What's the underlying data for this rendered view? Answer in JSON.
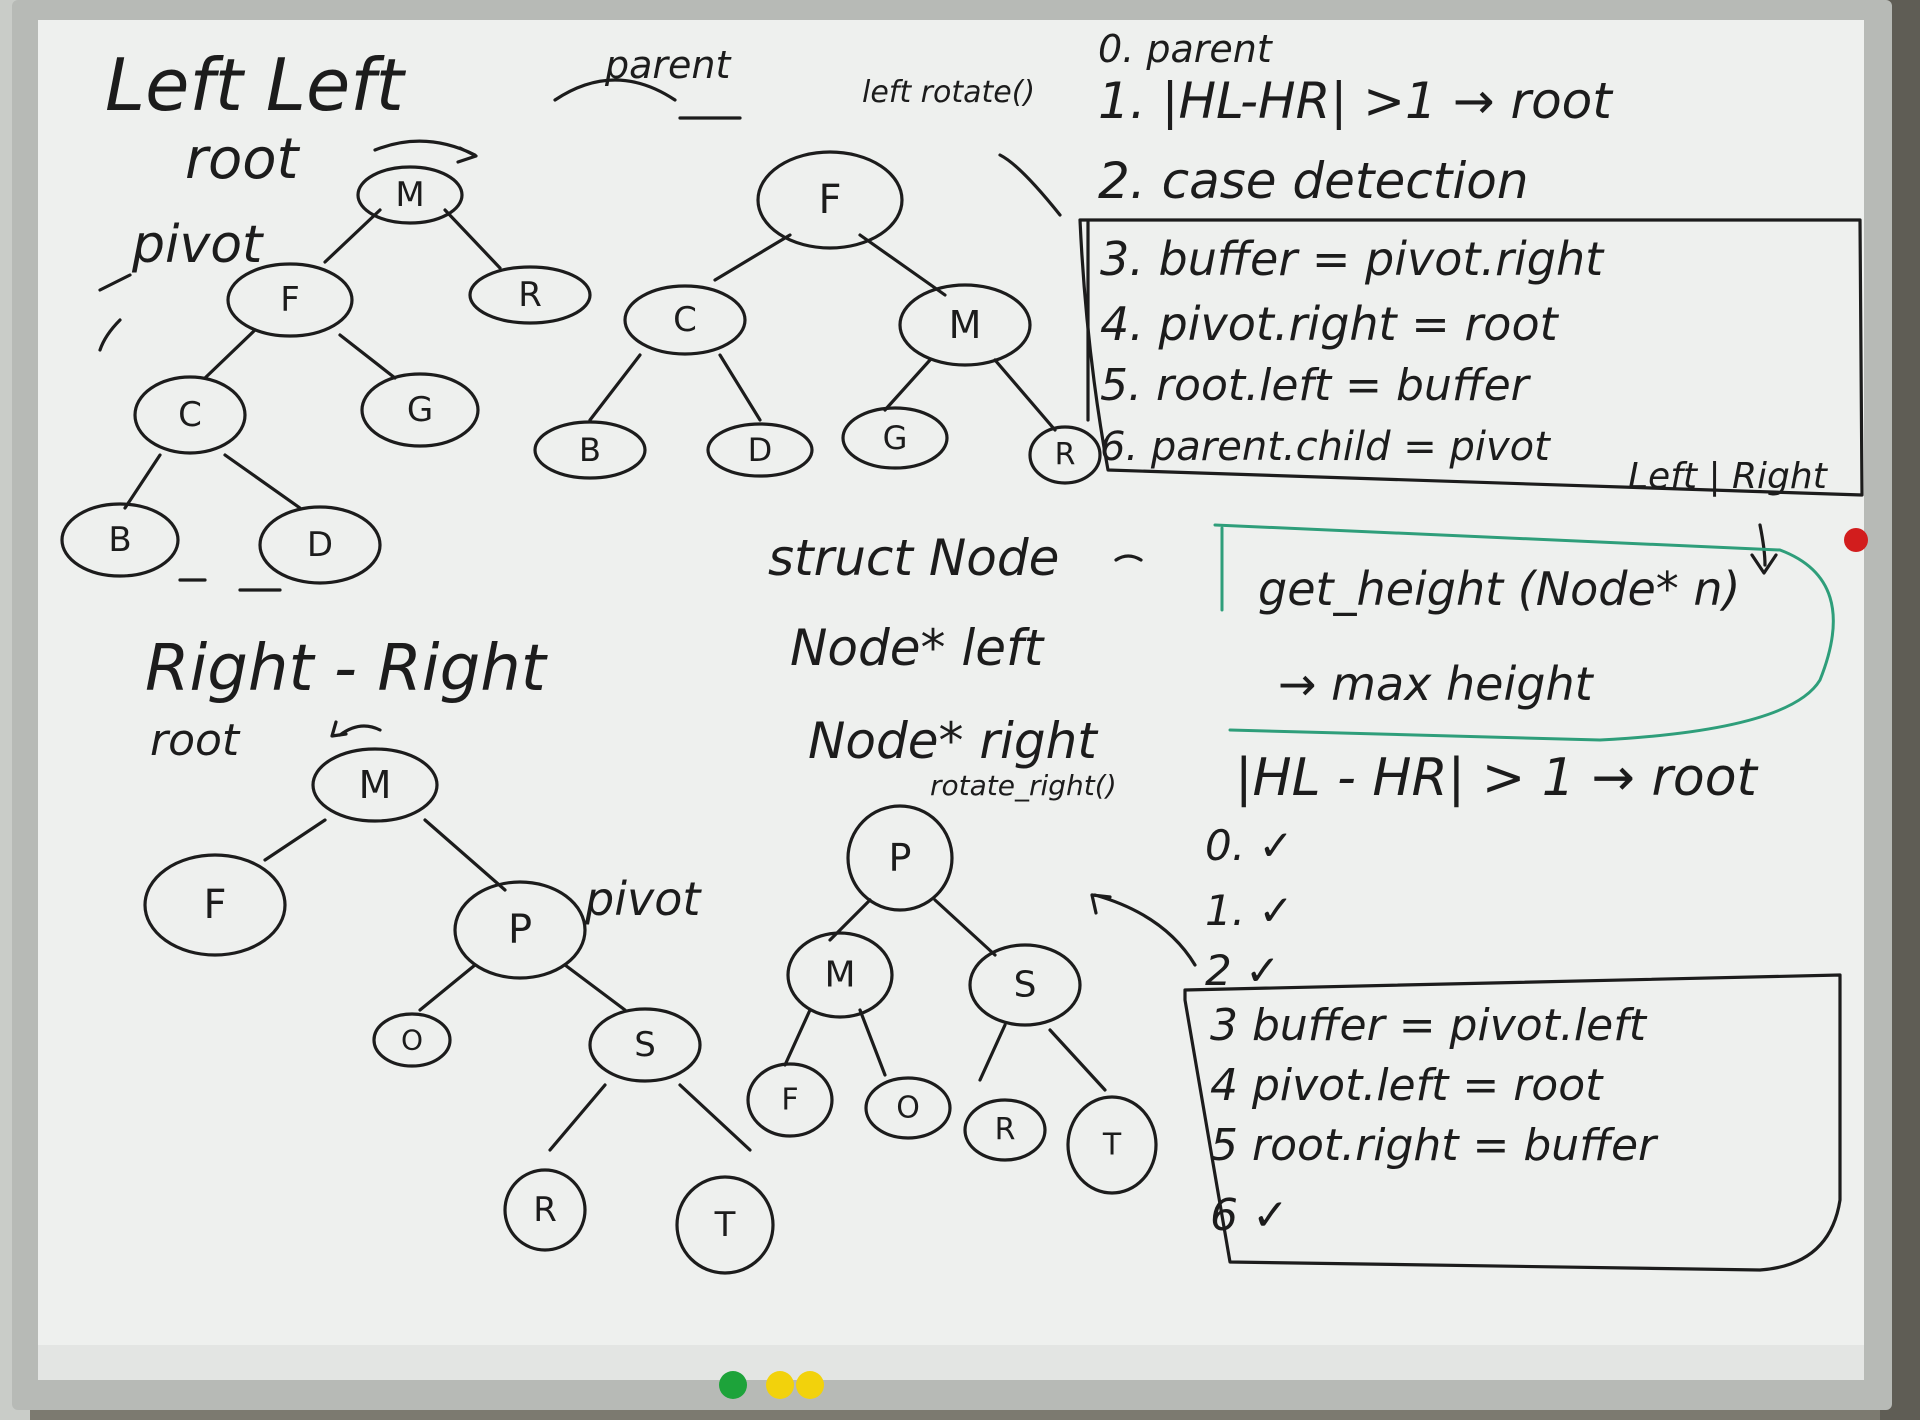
{
  "board": {
    "background_color": "#eef0ee",
    "frame_color": "#b7bab6",
    "ink_color": "#1c1c1c",
    "accent_color": "#2e9e7a"
  },
  "left_left": {
    "title": "Left Left",
    "parent_note": "parent",
    "rotate_note": "left rotate()",
    "root_label": "root",
    "pivot_label": "pivot",
    "before_nodes": [
      "M",
      "F",
      "R",
      "C",
      "G",
      "B",
      "D"
    ],
    "after_nodes": [
      "F",
      "C",
      "M",
      "B",
      "D",
      "G",
      "R"
    ]
  },
  "steps_top": {
    "step0": "0. parent",
    "step1": "1. |HL-HR| >1 → root",
    "step2": "2. case detection",
    "step3": "3. buffer = pivot.right",
    "step4": "4. pivot.right = root",
    "step5": "5. root.left = buffer",
    "step6": "6. parent.child = pivot",
    "side_note": "Left | Right"
  },
  "struct": {
    "line1": "struct Node",
    "line2": "Node* left",
    "line3": "Node* right"
  },
  "height_box": {
    "line1": "get_height (Node* n)",
    "line2": "→ max height"
  },
  "right_right": {
    "title": "Right - Right",
    "root_label": "root",
    "pivot_label": "pivot",
    "rotate_note": "rotate_right()",
    "before_nodes": [
      "M",
      "F",
      "P",
      "O",
      "S",
      "R",
      "T"
    ],
    "after_nodes": [
      "P",
      "M",
      "S",
      "F",
      "O",
      "R",
      "T"
    ]
  },
  "steps_bottom": {
    "condition": "|HL - HR| > 1 → root",
    "step0": "0. ✓",
    "step1": "1. ✓",
    "step2": "2 ✓",
    "step3": "3   buffer = pivot.left",
    "step4": "4   pivot.left = root",
    "step5": "5   root.right = buffer",
    "step6": "6   ✓"
  },
  "magnets": [
    "#1da33a",
    "#f2d20c",
    "#f2d20c"
  ]
}
